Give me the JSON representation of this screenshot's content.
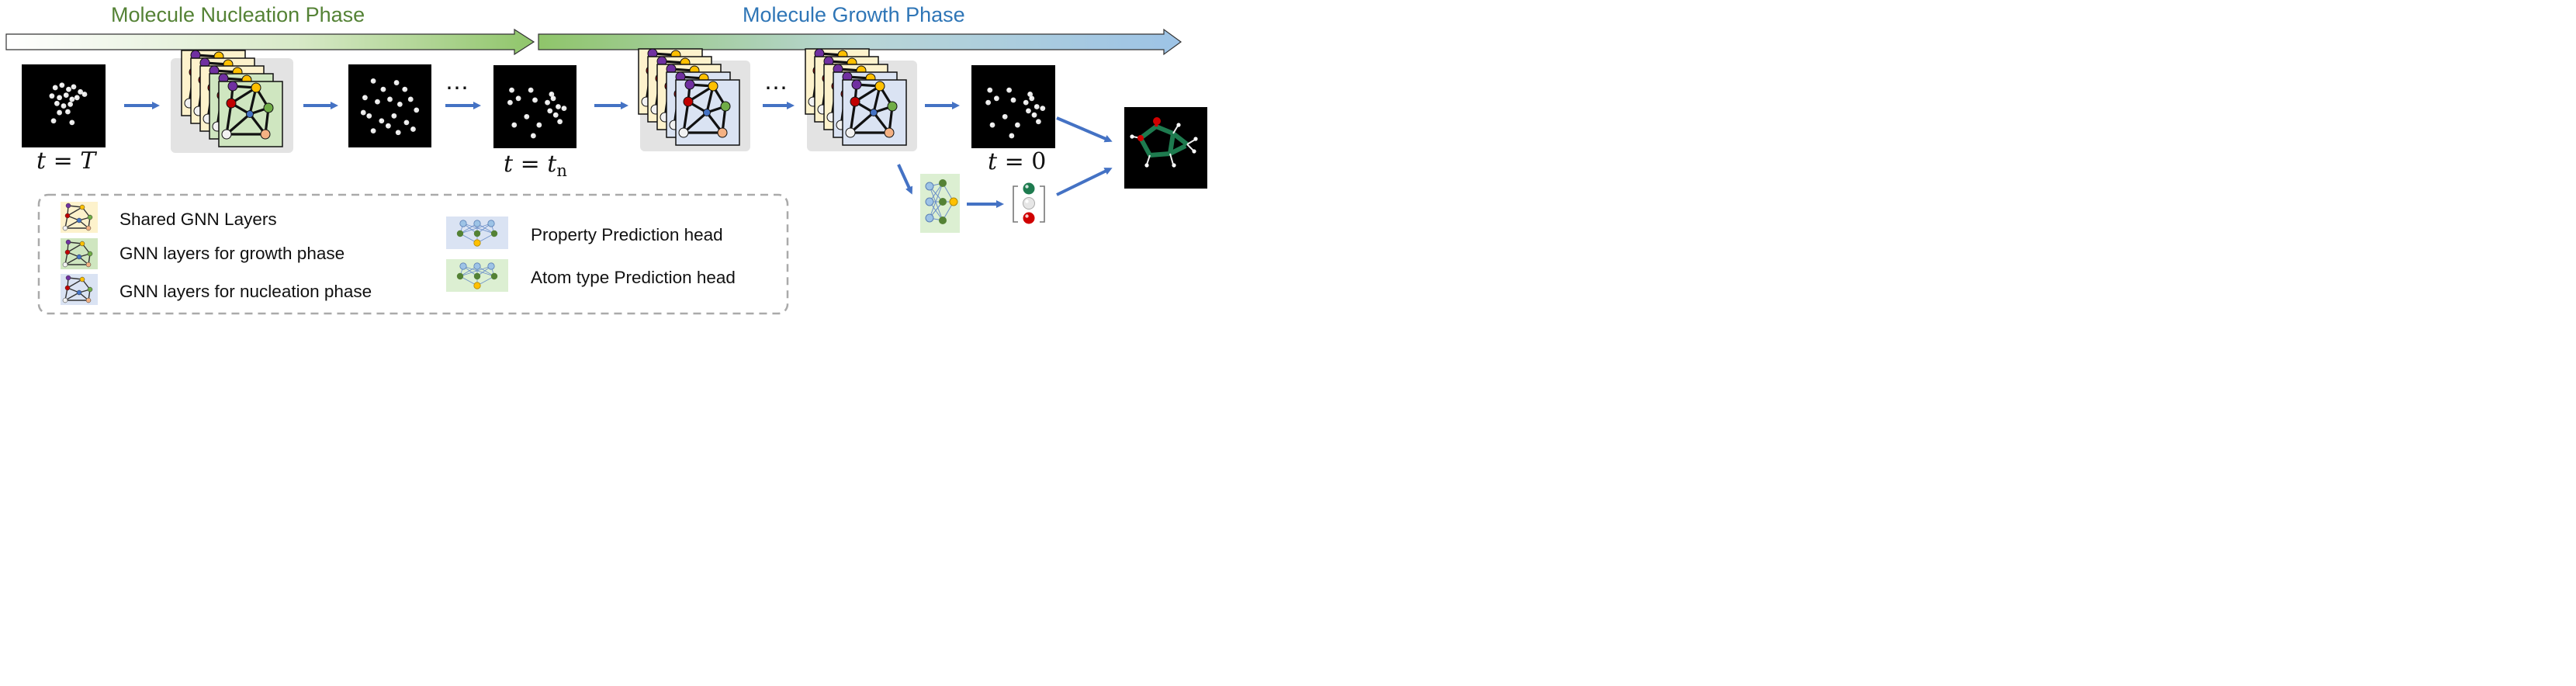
{
  "phases": {
    "nucleation": {
      "label": "Molecule Nucleation Phase",
      "color": "#548235"
    },
    "growth": {
      "label": "Molecule Growth Phase",
      "color": "#2e75b6"
    }
  },
  "timesteps": {
    "t_T": {
      "var": "t",
      "eq": " = ",
      "val": "T"
    },
    "t_tn": {
      "var": "t",
      "eq": " = ",
      "val": "t",
      "sub": "n"
    },
    "t_0": {
      "var": "t",
      "eq": " = ",
      "val": "0"
    }
  },
  "ellipsis": "⋯",
  "legend": {
    "shared": "Shared GNN Layers",
    "growth_layers": "GNN layers for growth phase",
    "nucleation_layers": "GNN layers for nucleation phase",
    "property_head": "Property Prediction head",
    "atom_type_head": "Atom type Prediction head"
  },
  "colors": {
    "arrow_blue": "#4472c4",
    "shared_bg": "#fdf2cc",
    "growth_bg": "#cfe6c0",
    "nucleation_bg": "#dae3f3",
    "node_purple": "#7030a0",
    "node_yellow": "#ffc000",
    "node_red": "#c00000",
    "node_green": "#70ad47",
    "node_blue": "#4472c4",
    "node_orange": "#f4b183",
    "node_white": "#f2f2f2",
    "atom_green": "#1e7b4f",
    "atom_red": "#d00000"
  },
  "icons": [
    "point-cloud-icon",
    "gnn-stack-icon",
    "mlp-head-icon",
    "molecule-3d-icon",
    "atom-type-vector-icon"
  ]
}
